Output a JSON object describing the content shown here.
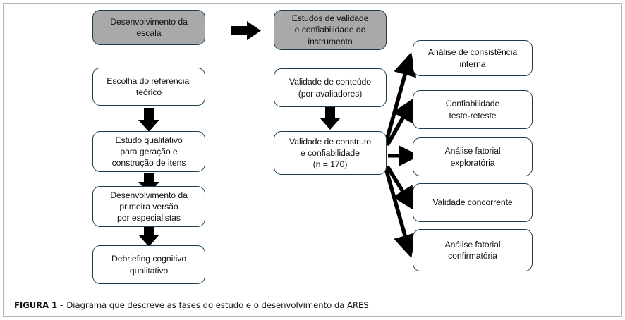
{
  "figure": {
    "caption_label": "FIGURA 1",
    "caption_dash": " – ",
    "caption_text": "Diagrama que descreve as fases do estudo e o desenvolvimento da ARES."
  },
  "colors": {
    "node_border": "#1c3c4e",
    "node_fill": "#ffffff",
    "header_fill": "#a9a9a9",
    "arrow": "#000000",
    "frame_border": "#b6b6b6",
    "page_background": "#ffffff",
    "text": "#111111"
  },
  "columns": {
    "left": {
      "header": "Desenvolvimento da\nescala",
      "steps": [
        "Escolha do referencial\nteórico",
        "Estudo qualitativo\npara geração e\nconstrução de itens",
        "Desenvolvimento da\nprimeira versão\npor especialistas",
        "Debriefing cognitivo\nqualitativo"
      ]
    },
    "middle": {
      "header": "Estudos de validade\ne confiabilidade do\ninstrumento",
      "steps": [
        "Validade de conteúdo\n(por avaliadores)",
        "Validade de construto\ne confiabilidade\n(n = 170)"
      ]
    },
    "right": {
      "outcomes": [
        "Análise de consistência\ninterna",
        "Confiabilidade\nteste-reteste",
        "Análise fatorial\nexploratória",
        "Validade concorrente",
        "Análise fatorial\nconfirmatória"
      ]
    }
  },
  "connectors": {
    "header_link": "right-arrow-icon",
    "left_chain": [
      "down-arrow-icon",
      "down-arrow-icon",
      "down-arrow-icon"
    ],
    "middle_chain": [
      "down-arrow-icon"
    ],
    "fan_out_count": 5
  }
}
